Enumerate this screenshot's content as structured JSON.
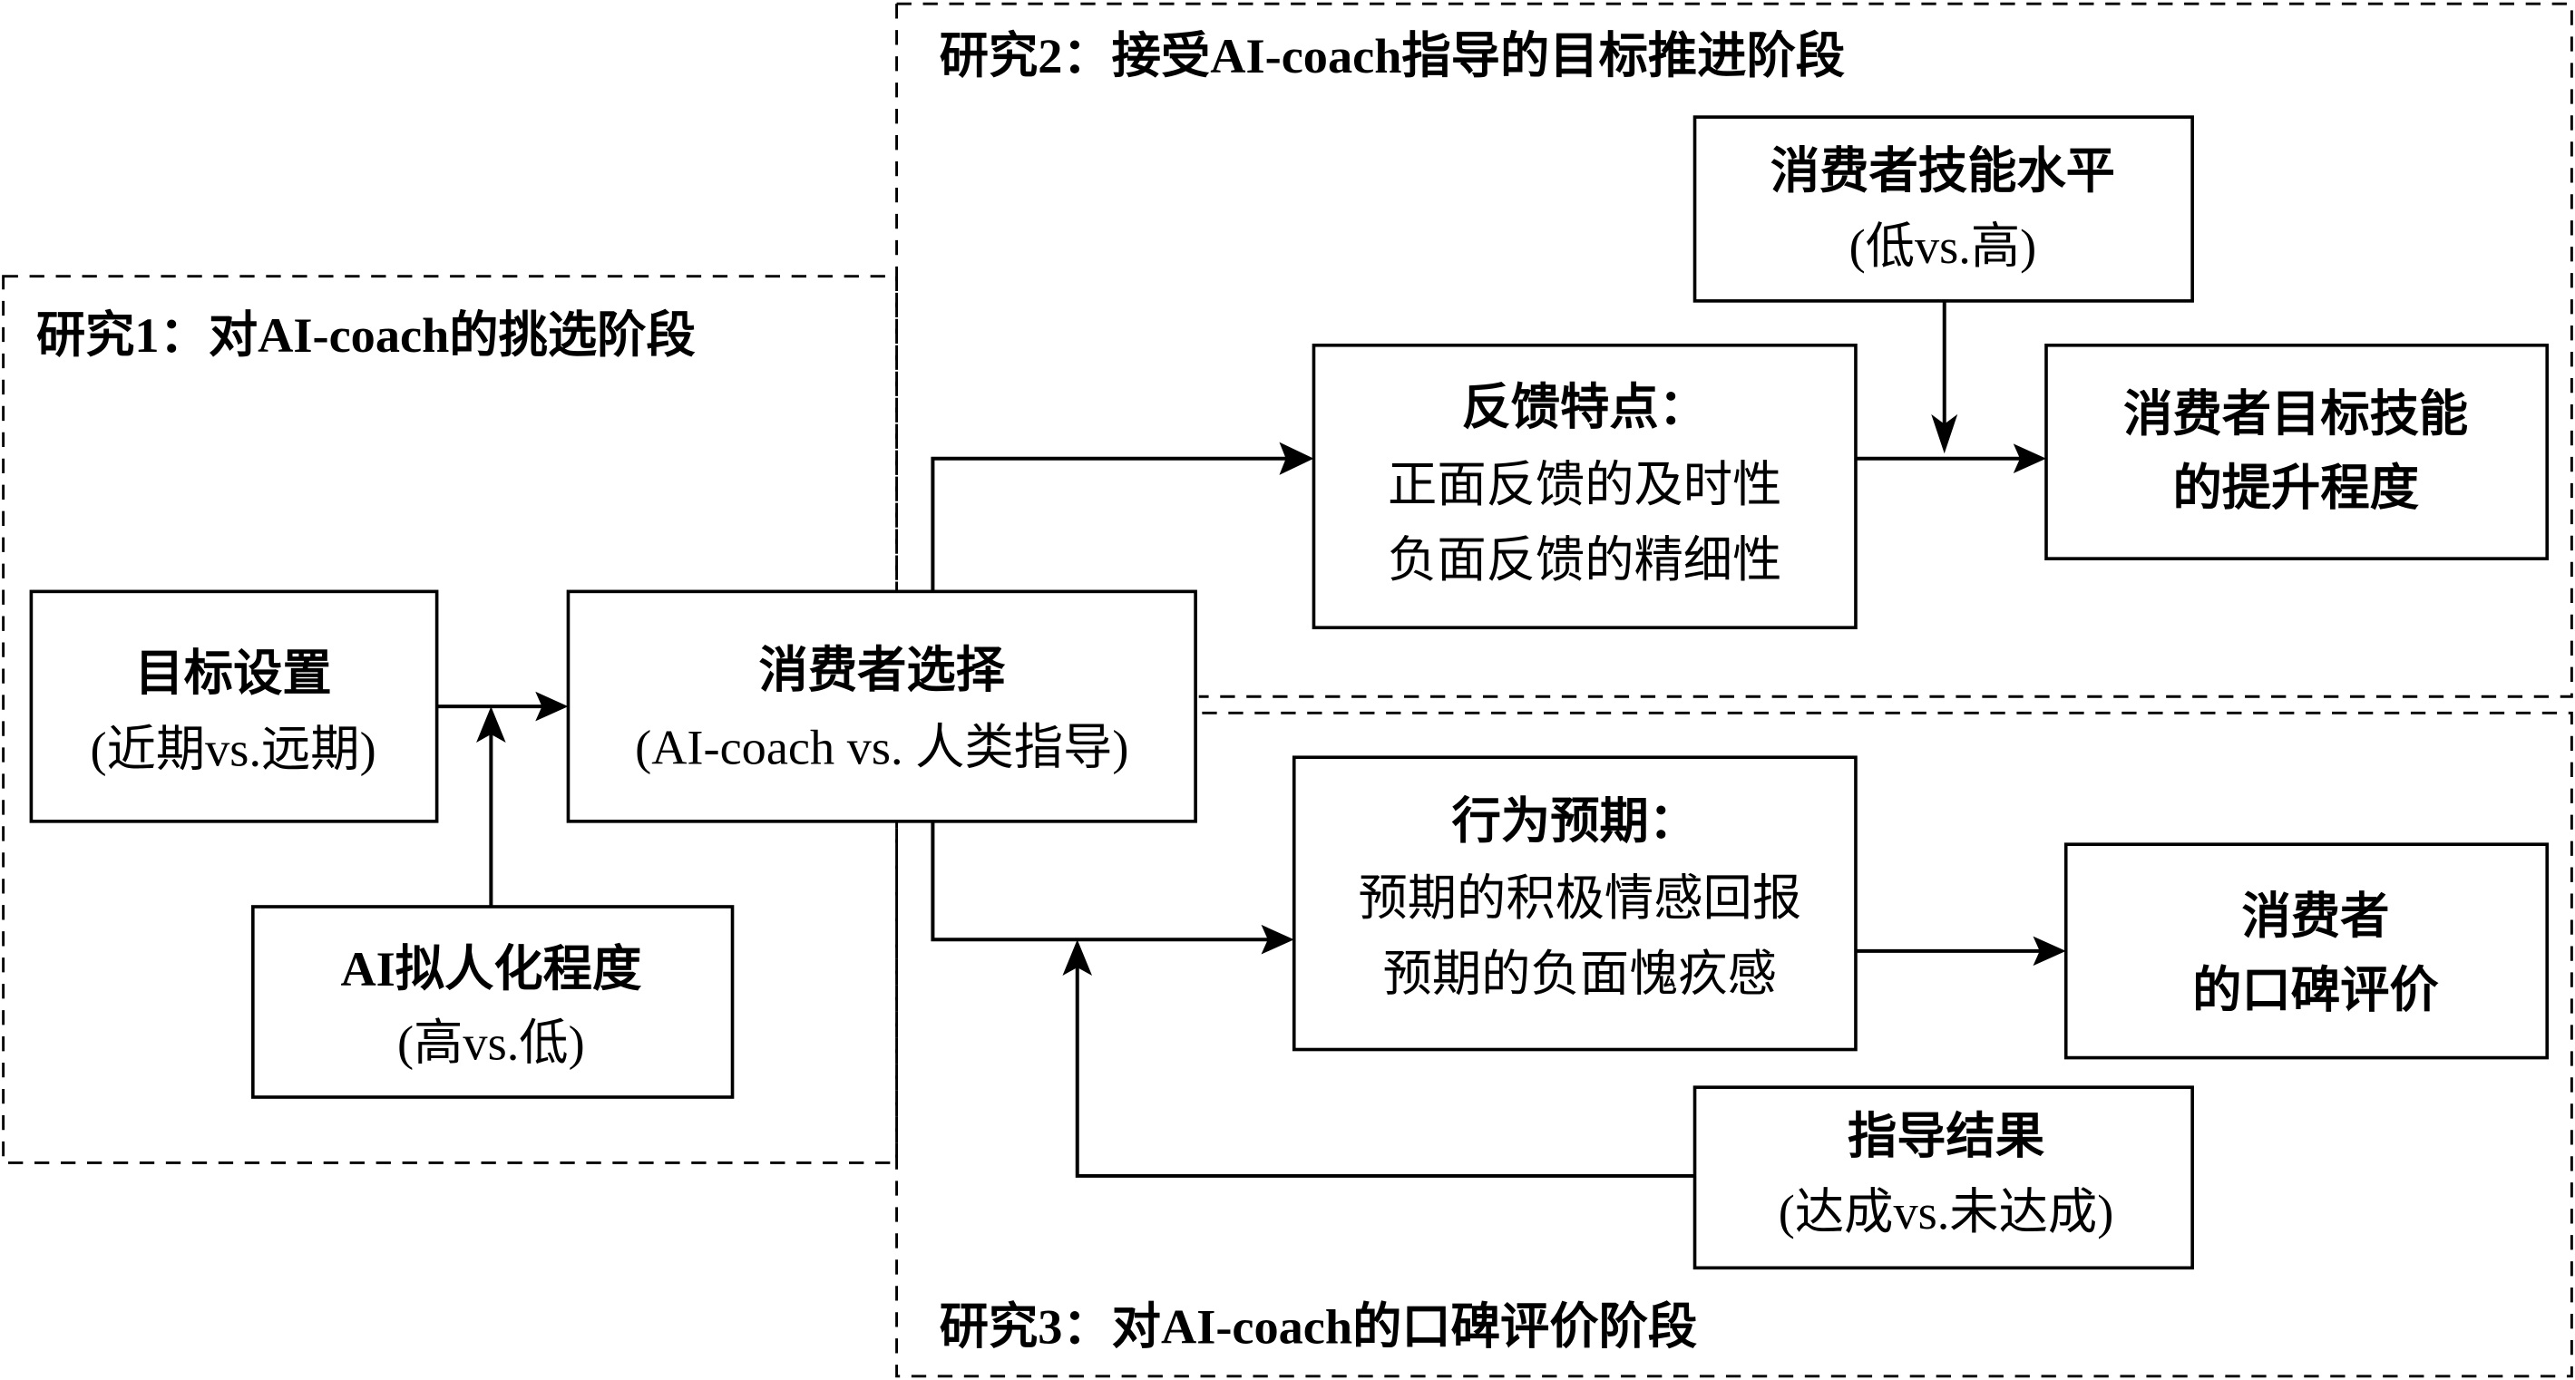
{
  "regions": {
    "study1": {
      "title": "研究1：对AI-coach的挑选阶段"
    },
    "study2": {
      "title": "研究2：接受AI-coach指导的目标推进阶段"
    },
    "study3": {
      "title": "研究3：对AI-coach的口碑评价阶段"
    }
  },
  "boxes": {
    "goal_setting": {
      "title": "目标设置",
      "sub": "(近期vs.远期)"
    },
    "anthropomorphism": {
      "title": "AI拟人化程度",
      "sub": "(高vs.低)"
    },
    "consumer_choice": {
      "title": "消费者选择",
      "sub": "(AI-coach vs. 人类指导)"
    },
    "feedback": {
      "title": "反馈特点：",
      "line1": "正面反馈的及时性",
      "line2": "负面反馈的精细性"
    },
    "skill_level": {
      "title": "消费者技能水平",
      "sub": "(低vs.高)"
    },
    "skill_gain": {
      "line1": "消费者目标技能",
      "line2": "的提升程度"
    },
    "behavior_expect": {
      "title": "行为预期：",
      "line1": "预期的积极情感回报",
      "line2": "预期的负面愧疚感"
    },
    "wom": {
      "line1": "消费者",
      "line2": "的口碑评价"
    },
    "outcome": {
      "title": "指导结果",
      "sub": "(达成vs.未达成)"
    }
  }
}
